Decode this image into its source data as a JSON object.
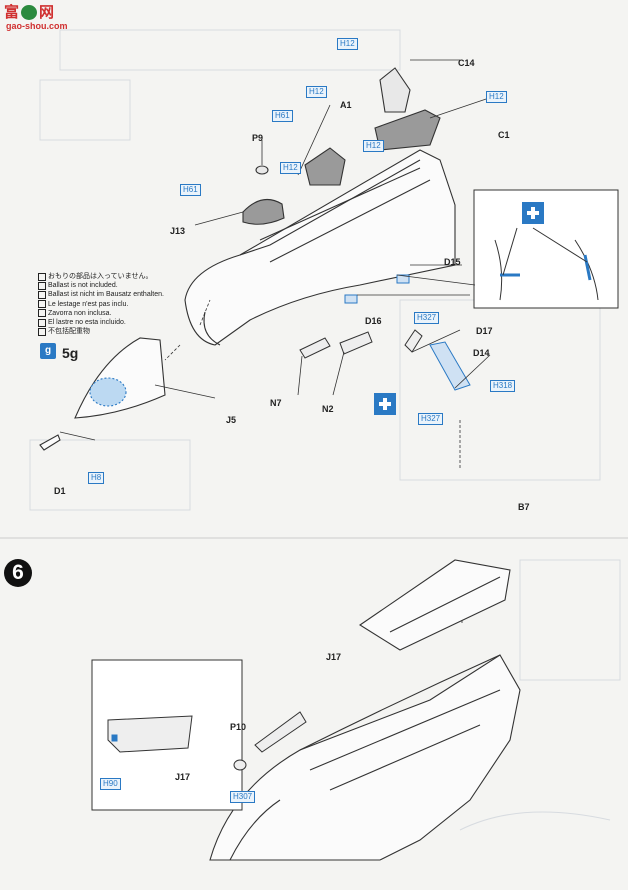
{
  "watermark": {
    "logo_text": "富",
    "logo_text2": "网",
    "url": "gao-shou.com"
  },
  "step": {
    "number": "6"
  },
  "note": {
    "lines": [
      "おもりの部品は入っていません。",
      "Ballast is not included.",
      "Ballast ist nicht im Bausatz enthalten.",
      "Le lestage n'est pas inclu.",
      "Zavorra non inclusa.",
      "El lastre no esta incluido.",
      "不包括配重物"
    ]
  },
  "ballast": {
    "icon_label": "g",
    "value": "5g"
  },
  "parts": {
    "c14": "C14",
    "c1": "C1",
    "a1": "A1",
    "p9": "P9",
    "j13": "J13",
    "d15": "D15",
    "d16": "D16",
    "d17": "D17",
    "d14": "D14",
    "n7": "N7",
    "n2": "N2",
    "j5": "J5",
    "d1": "D1",
    "b7": "B7",
    "j17_top": "J17",
    "j17_inset": "J17",
    "p10": "P10"
  },
  "colors": {
    "h_top": "H12",
    "h_c1": "H12",
    "h_a1a": "H12",
    "h_a1b": "H61",
    "h_p9": "H12",
    "h_j13": "H61",
    "h_d15": "H327",
    "h_d14": "H318",
    "h_d17": "H327",
    "h_d1": "H8",
    "h_inset": "H90",
    "h_p10": "H307"
  },
  "palette": {
    "accent": "#2a79c4",
    "ink": "#333333",
    "paper": "#f4f4f2"
  }
}
